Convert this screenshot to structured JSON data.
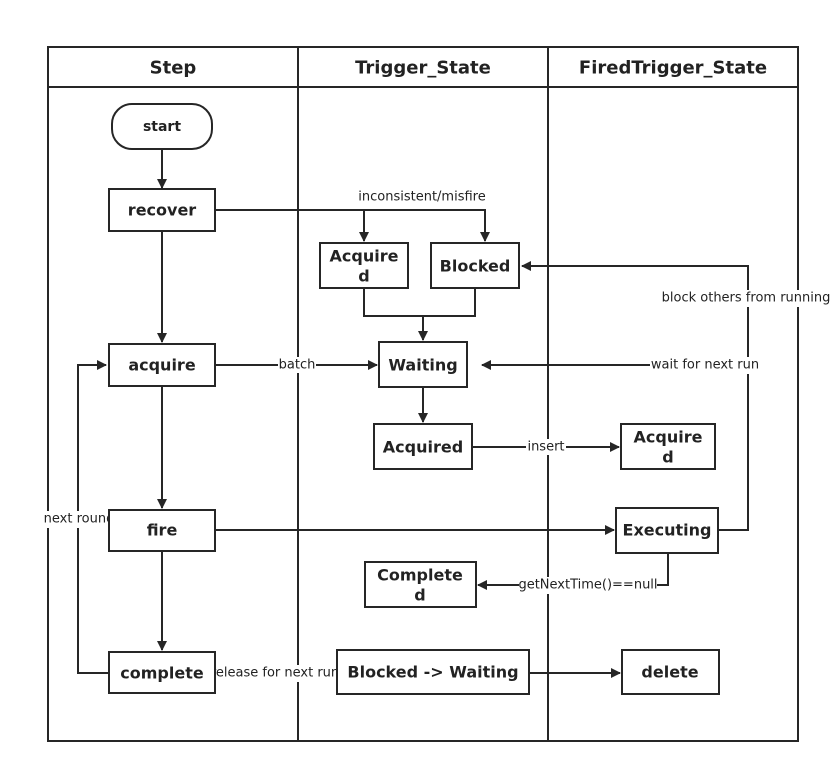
{
  "colors": {
    "stroke": "#262626",
    "text": "#222222",
    "background": "#ffffff"
  },
  "lanes": [
    "Step",
    "Trigger_State",
    "FiredTrigger_State"
  ],
  "nodes": {
    "start": "start",
    "recover": "recover",
    "acquire": "acquire",
    "fire": "fire",
    "complete": "complete",
    "trigger_acquired_top": [
      "Acquire",
      "d"
    ],
    "trigger_blocked": "Blocked",
    "trigger_waiting": "Waiting",
    "trigger_acquired": "Acquired",
    "trigger_completed": [
      "Complete",
      "d"
    ],
    "trigger_blocked_waiting": "Blocked -> Waiting",
    "fired_acquired": [
      "Acquire",
      "d"
    ],
    "fired_executing": "Executing",
    "fired_delete": "delete"
  },
  "edge_labels": {
    "inconsistent_misfire": "inconsistent/misfire",
    "batch": "batch",
    "insert": "insert",
    "next_round": "next round",
    "release_for_next_run": "release for next run",
    "block_others": "block others from running",
    "wait_for_next_run": "wait for next run",
    "get_next_time_null": "getNextTime()==null"
  }
}
